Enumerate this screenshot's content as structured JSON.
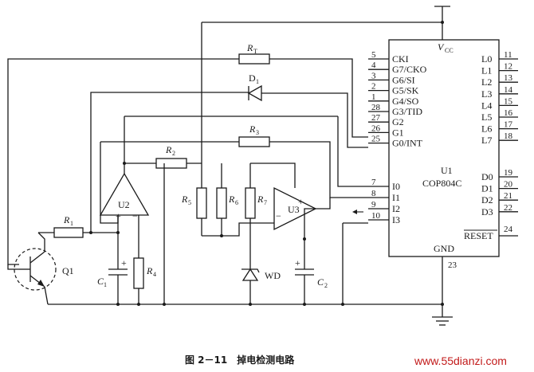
{
  "mcu": {
    "name": "U1",
    "part": "COP804C",
    "vcc": "V",
    "vcc_sub": "CC",
    "gnd": "GND",
    "gnd_pin": "23",
    "left_pins": [
      {
        "num": "5",
        "label": "CKI"
      },
      {
        "num": "4",
        "label": "G7/CKO"
      },
      {
        "num": "3",
        "label": "G6/SI"
      },
      {
        "num": "2",
        "label": "G5/SK"
      },
      {
        "num": "1",
        "label": "G4/SO"
      },
      {
        "num": "28",
        "label": "G3/TID"
      },
      {
        "num": "27",
        "label": "G2"
      },
      {
        "num": "26",
        "label": "G1"
      },
      {
        "num": "25",
        "label": "G0/INT"
      }
    ],
    "left_pins_2": [
      {
        "num": "7",
        "label": "I0"
      },
      {
        "num": "8",
        "label": "I1"
      },
      {
        "num": "9",
        "label": "I2"
      },
      {
        "num": "10",
        "label": "I3"
      }
    ],
    "right_pins": [
      {
        "num": "11",
        "label": "L0"
      },
      {
        "num": "12",
        "label": "L1"
      },
      {
        "num": "13",
        "label": "L2"
      },
      {
        "num": "14",
        "label": "L3"
      },
      {
        "num": "15",
        "label": "L4"
      },
      {
        "num": "16",
        "label": "L5"
      },
      {
        "num": "17",
        "label": "L6"
      },
      {
        "num": "18",
        "label": "L7"
      }
    ],
    "right_pins_2": [
      {
        "num": "19",
        "label": "D0"
      },
      {
        "num": "20",
        "label": "D1"
      },
      {
        "num": "21",
        "label": "D2"
      },
      {
        "num": "22",
        "label": "D3"
      }
    ],
    "reset": {
      "num": "24",
      "label": "RESET"
    }
  },
  "components": {
    "RT": {
      "letter": "R",
      "sub": "T"
    },
    "D1": {
      "letter": "D",
      "sub": "1"
    },
    "R3": {
      "letter": "R",
      "sub": "3"
    },
    "R2": {
      "letter": "R",
      "sub": "2"
    },
    "R1": {
      "letter": "R",
      "sub": "1"
    },
    "R4": {
      "letter": "R",
      "sub": "4"
    },
    "R5": {
      "letter": "R",
      "sub": "5"
    },
    "R6": {
      "letter": "R",
      "sub": "6"
    },
    "R7": {
      "letter": "R",
      "sub": "7"
    },
    "C1": {
      "letter": "C",
      "sub": "1"
    },
    "C2": {
      "letter": "C",
      "sub": "2"
    },
    "U2": "U2",
    "U3": "U3",
    "Q1": "Q1",
    "WD": "WD",
    "plus": "+",
    "minus": "−"
  },
  "caption": "图 2－11　掉电检测电路",
  "watermark": "www.55dianzi.com"
}
